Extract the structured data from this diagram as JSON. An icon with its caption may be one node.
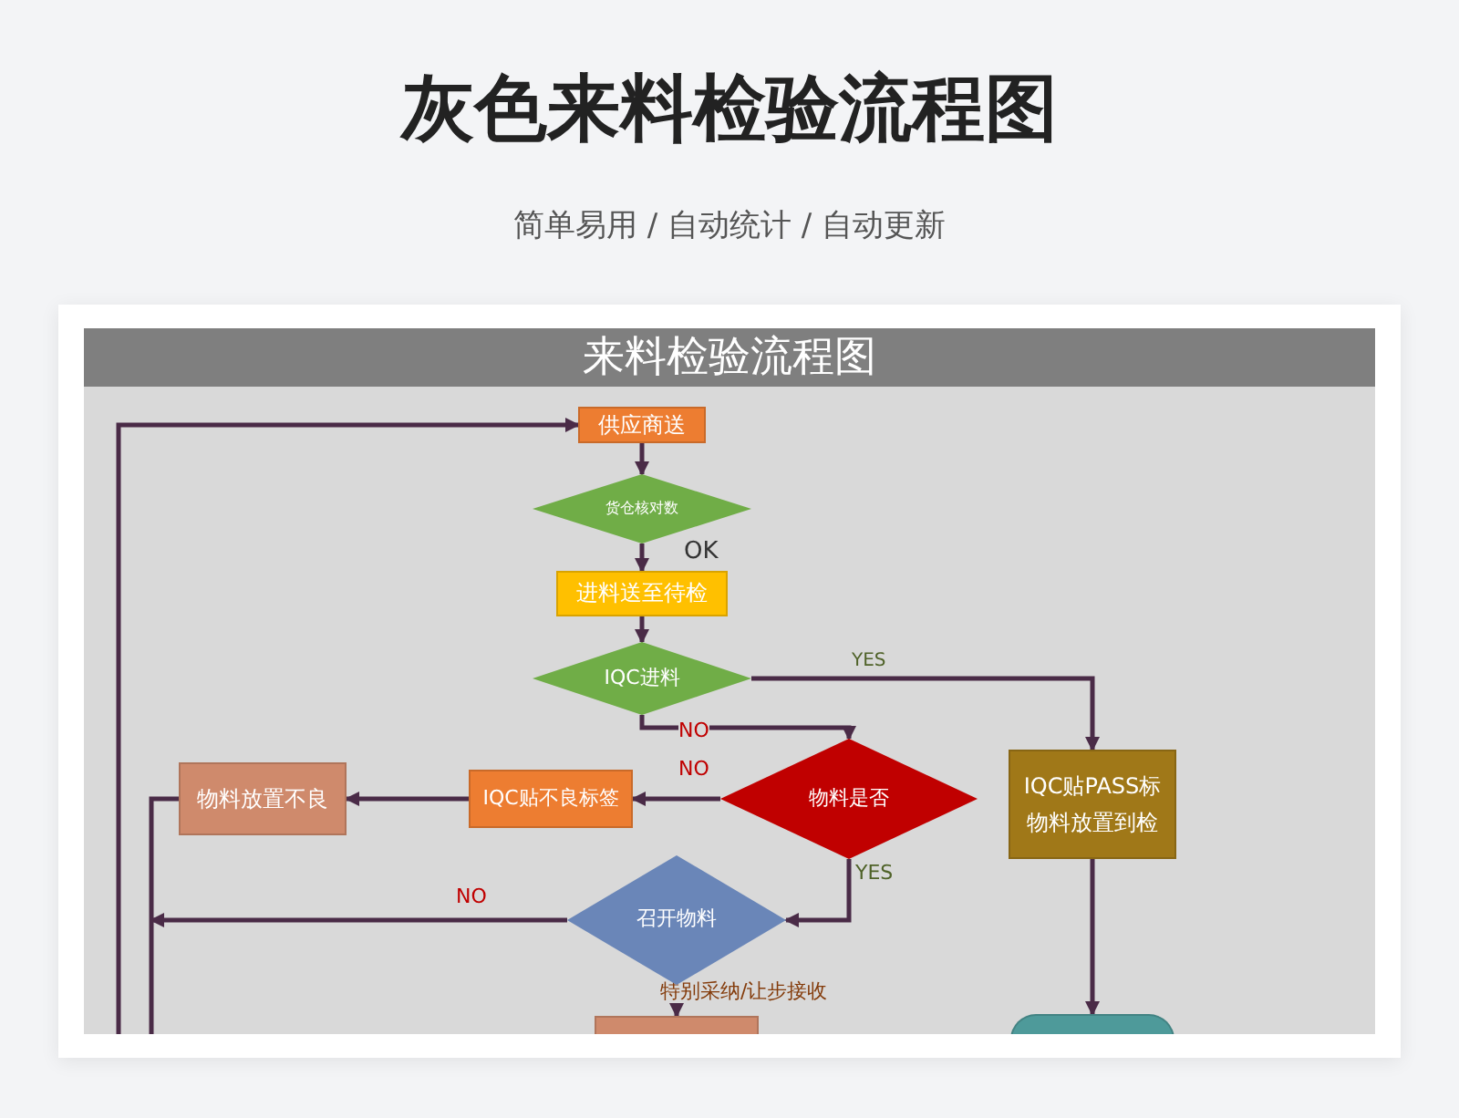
{
  "diagram": {
    "title": "灰色来料检验流程图",
    "nodes": [
      {
        "text": [
          "供应商送"
        ]
      },
      {
        "text": [
          "货仓核对数"
        ]
      },
      {
        "text": [
          "进料送至待检"
        ]
      },
      {
        "text": [
          "IQC进料"
        ]
      },
      {
        "text": [
          "物料放置不良"
        ]
      },
      {
        "text": [
          "IQC贴不良标签"
        ]
      },
      {
        "text": [
          "物料是否"
        ]
      },
      {
        "text": [
          "IQC贴PASS标物料放置到检"
        ]
      },
      {
        "text": [
          "召开物料"
        ]
      },
      {
        "text": [],
        "shape": "box"
      },
      {
        "text": [],
        "shape": "box"
      }
    ],
    "edges": [
      {
        "from": 0,
        "to": 1,
        "arrow": "to"
      },
      {
        "from": 1,
        "to": 2,
        "arrow": "to",
        "label": "OK"
      },
      {
        "from": 2,
        "to": 3,
        "arrow": "to"
      },
      {
        "from": 3,
        "to": 7,
        "arrow": "to",
        "label": "YES"
      },
      {
        "from": 3,
        "to": 6,
        "arrow": "to",
        "label": "NO"
      },
      {
        "from": 6,
        "to": 5,
        "arrow": "to",
        "label": "NO"
      },
      {
        "from": 5,
        "to": 4,
        "arrow": "to"
      },
      {
        "from": 6,
        "to": 8,
        "arrow": "to",
        "label": "YES"
      },
      {
        "from": 8,
        "to": null,
        "arrow": "to",
        "label": "NO"
      },
      {
        "from": 4,
        "to": null,
        "arrow": "none"
      },
      {
        "from": null,
        "to": 0,
        "arrow": "to"
      },
      {
        "from": 8,
        "to": 9,
        "arrow": "to",
        "label": "特别采纳/让步接收"
      },
      {
        "from": 7,
        "to": 10,
        "arrow": "to"
      }
    ],
    "labels": [
      "简单易用 / 自动统计 / 自动更新",
      "来料检验流程图"
    ]
  }
}
